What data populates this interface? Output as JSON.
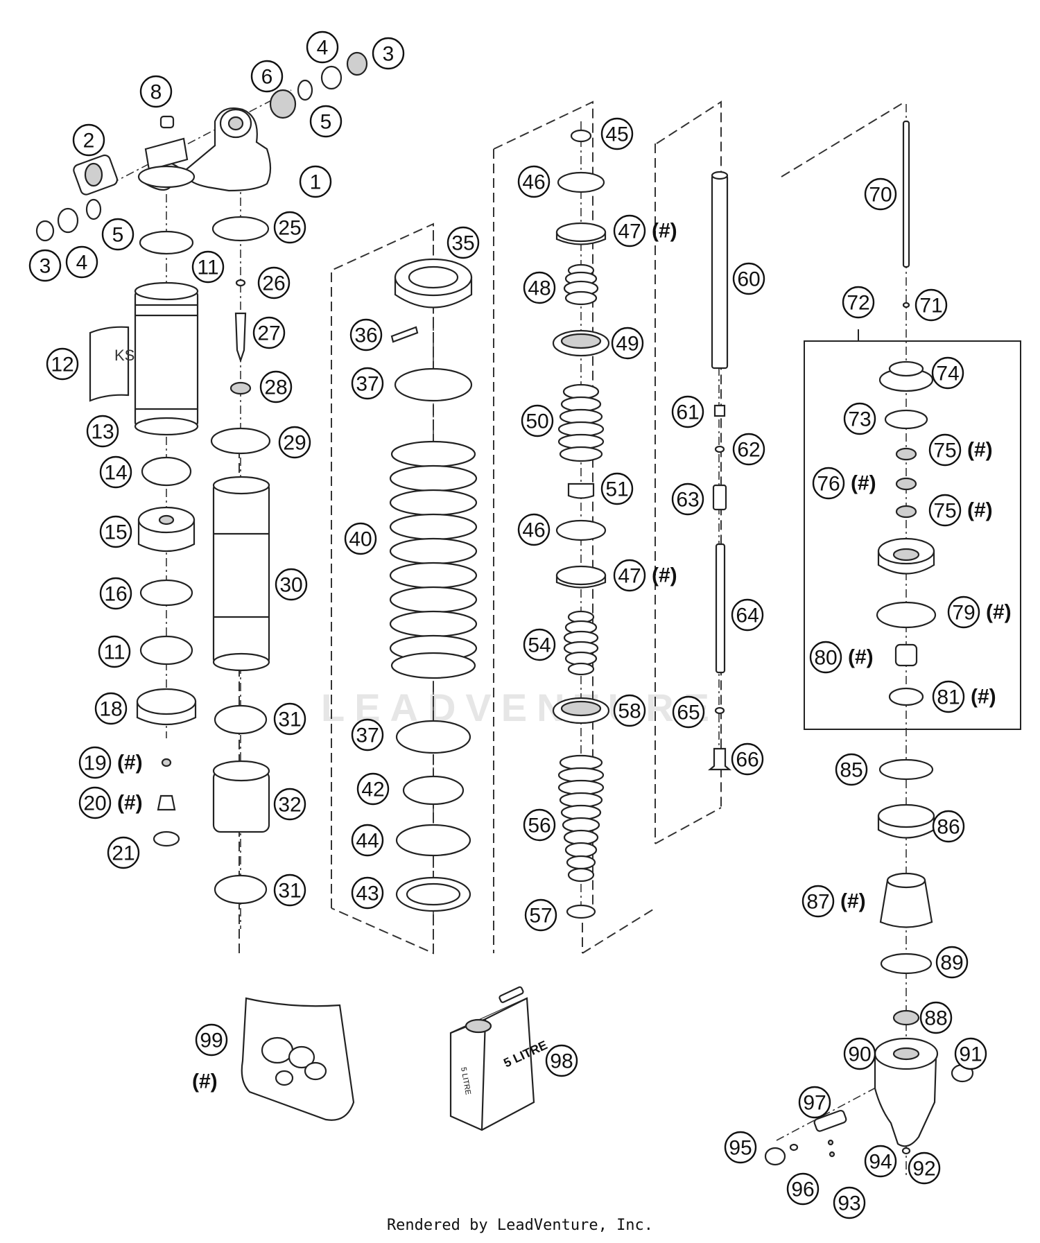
{
  "footer": {
    "text": "Rendered by LeadVenture, Inc."
  },
  "watermark": {
    "text": "LEADVENTURE"
  },
  "can_label": "5 LITRE",
  "can_side_label": "5 LITRE",
  "sticker_text": "KS",
  "callouts": [
    {
      "label": "1"
    },
    {
      "label": "2"
    },
    {
      "label": "3"
    },
    {
      "label": "3"
    },
    {
      "label": "4"
    },
    {
      "label": "4"
    },
    {
      "label": "5"
    },
    {
      "label": "5"
    },
    {
      "label": "6"
    },
    {
      "label": "8"
    },
    {
      "label": "11"
    },
    {
      "label": "11"
    },
    {
      "label": "12"
    },
    {
      "label": "13"
    },
    {
      "label": "14"
    },
    {
      "label": "15"
    },
    {
      "label": "16"
    },
    {
      "label": "18"
    },
    {
      "label": "19",
      "suffix": "(#)"
    },
    {
      "label": "20",
      "suffix": "(#)"
    },
    {
      "label": "21"
    },
    {
      "label": "25"
    },
    {
      "label": "26"
    },
    {
      "label": "27"
    },
    {
      "label": "28"
    },
    {
      "label": "29"
    },
    {
      "label": "30"
    },
    {
      "label": "31"
    },
    {
      "label": "31"
    },
    {
      "label": "32"
    },
    {
      "label": "35"
    },
    {
      "label": "36"
    },
    {
      "label": "37"
    },
    {
      "label": "37"
    },
    {
      "label": "40"
    },
    {
      "label": "42"
    },
    {
      "label": "43"
    },
    {
      "label": "44"
    },
    {
      "label": "45"
    },
    {
      "label": "46"
    },
    {
      "label": "46"
    },
    {
      "label": "47",
      "suffix": "(#)"
    },
    {
      "label": "47",
      "suffix": "(#)"
    },
    {
      "label": "48"
    },
    {
      "label": "49"
    },
    {
      "label": "50"
    },
    {
      "label": "51"
    },
    {
      "label": "54"
    },
    {
      "label": "56"
    },
    {
      "label": "57"
    },
    {
      "label": "58"
    },
    {
      "label": "60"
    },
    {
      "label": "61"
    },
    {
      "label": "62"
    },
    {
      "label": "63"
    },
    {
      "label": "64"
    },
    {
      "label": "65"
    },
    {
      "label": "66"
    },
    {
      "label": "70"
    },
    {
      "label": "71"
    },
    {
      "label": "72"
    },
    {
      "label": "73"
    },
    {
      "label": "74"
    },
    {
      "label": "75",
      "suffix": "(#)"
    },
    {
      "label": "75",
      "suffix": "(#)"
    },
    {
      "label": "76",
      "prefix_suffix": "(#)"
    },
    {
      "label": "79",
      "suffix": "(#)"
    },
    {
      "label": "80",
      "prefix_suffix": "(#)"
    },
    {
      "label": "81",
      "suffix": "(#)"
    },
    {
      "label": "85"
    },
    {
      "label": "86"
    },
    {
      "label": "87",
      "prefix_suffix": "(#)"
    },
    {
      "label": "88"
    },
    {
      "label": "89"
    },
    {
      "label": "90"
    },
    {
      "label": "91"
    },
    {
      "label": "92"
    },
    {
      "label": "93"
    },
    {
      "label": "94"
    },
    {
      "label": "95"
    },
    {
      "label": "96"
    },
    {
      "label": "97"
    },
    {
      "label": "98"
    },
    {
      "label": "99",
      "below": "(#)"
    }
  ]
}
